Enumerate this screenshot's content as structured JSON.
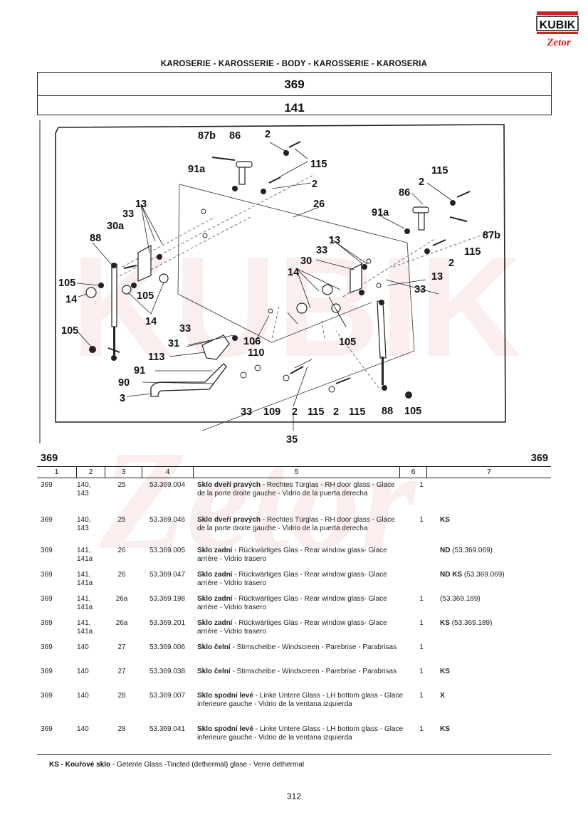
{
  "logo": {
    "top_text": "KUBIK",
    "bottom_text": "Zetor",
    "colors": {
      "red": "#d42020",
      "dark": "#111111"
    }
  },
  "section_title": "KAROSERIE - KAROSSERIE - BODY - KAROSSERIE - KAROSERIA",
  "group_number": "369",
  "subgroup_number": "141",
  "diagram_labels": {
    "l87b_left": "87b",
    "l86_left": "86",
    "l2_top": "2",
    "l115_top": "115",
    "l91a_left": "91a",
    "l2_mid": "2",
    "l26": "26",
    "l13_left": "13",
    "l33_left": "33",
    "l30a": "30a",
    "l88_left": "88",
    "l105_left": "105",
    "l14_left": "14",
    "l105_left_mid": "105",
    "l14_left_low": "14",
    "l105_left_low": "105",
    "l33_center": "33",
    "l106": "106",
    "l31": "31",
    "l110": "110",
    "l113": "113",
    "l91": "91",
    "l90": "90",
    "l3": "3",
    "l33_bottom": "33",
    "l109": "109",
    "l2_bottom": "2",
    "l115_bottom": "115",
    "l2_bottom2": "2",
    "l115_bottom2": "115",
    "l88_right": "88",
    "l105_right": "105",
    "l35": "35",
    "l115_right_top": "115",
    "l2_right_top": "2",
    "l86_right": "86",
    "l91a_right": "91a",
    "l87b_right": "87b",
    "l115_right": "115",
    "l13_right": "13",
    "l33_right": "33",
    "l30": "30",
    "l2_right": "2",
    "l14_right": "14",
    "l13_right2": "13",
    "l33_right2": "33",
    "l105_center": "105"
  },
  "table": {
    "group_left": "369",
    "group_right": "369",
    "columns": [
      "1",
      "2",
      "3",
      "4",
      "5",
      "6",
      "7"
    ],
    "rows": [
      {
        "c1": "369",
        "c2a": "140,",
        "c2b": "143",
        "c3": "25",
        "c4": "53.369.004",
        "c5_bold": "Sklo dveří pravých",
        "c5_rest": " - Rechtes Türglas - RH door glass - Glace de la porte droite gauche - Vidrio  de la puerta derecha",
        "c6": "1",
        "c7_bold": "",
        "c7_rest": ""
      },
      {
        "c1": "369",
        "c2a": "140,",
        "c2b": "143",
        "c3": "25",
        "c4": "53.369.046",
        "c5_bold": "Sklo dveří pravých",
        "c5_rest": " - Rechtes Türglas - RH door glass - Glace de la porte droite gauche - Vidrio  de la puerta derecha",
        "c6": "1",
        "c7_bold": "KS",
        "c7_rest": ""
      },
      {
        "c1": "369",
        "c2a": "141,",
        "c2b": "141a",
        "c3": "26",
        "c4": "53.369.005",
        "c5_bold": "Sklo zadní",
        "c5_rest": " - Rückwärtiges Glas - Rear window glass- Glace arrière - Vidrio  trasero",
        "c6": "",
        "c7_bold": "ND",
        "c7_rest": " (53.369.069)"
      },
      {
        "c1": "369",
        "c2a": "141,",
        "c2b": "141a",
        "c3": "26",
        "c4": "53.369.047",
        "c5_bold": "Sklo zadní",
        "c5_rest": " - Rückwärtiges Glas - Rear window glass- Glace arrière - Vidrio  trasero",
        "c6": "",
        "c7_bold": "ND KS",
        "c7_rest": " (53.369.069)"
      },
      {
        "c1": "369",
        "c2a": "141,",
        "c2b": "141a",
        "c3": "26a",
        "c4": "53.369.198",
        "c5_bold": "Sklo zadní",
        "c5_rest": " - Rückwärtiges Glas - Rear window glass- Glace arrière - Vidrio  trasero",
        "c6": "1",
        "c7_bold": "",
        "c7_rest": "(53.369.189)"
      },
      {
        "c1": "369",
        "c2a": "141,",
        "c2b": "141a",
        "c3": "26a",
        "c4": "53.369.201",
        "c5_bold": "Sklo zadní",
        "c5_rest": " - Rückwärtiges Glas - Rear window glass- Glace arrière - Vidrio  trasero",
        "c6": "1",
        "c7_bold": "KS",
        "c7_rest": " (53.369.189)"
      },
      {
        "c1": "369",
        "c2a": "140",
        "c2b": "",
        "c3": "27",
        "c4": "53.369.006",
        "c5_bold": "Sklo čelní",
        "c5_rest": " - Stimscheibe - Windscreen - Parebrise - Parabrisas",
        "c6": "1",
        "c7_bold": "",
        "c7_rest": ""
      },
      {
        "c1": "369",
        "c2a": "140",
        "c2b": "",
        "c3": "27",
        "c4": "53.369.038",
        "c5_bold": "Sklo čelní",
        "c5_rest": " - Stimscheibe - Windscreen - Parebrise - Parabrisas",
        "c6": "1",
        "c7_bold": "KS",
        "c7_rest": ""
      },
      {
        "c1": "369",
        "c2a": "140",
        "c2b": "",
        "c3": "28",
        "c4": "53.369.007",
        "c5_bold": "Sklo spodní levé",
        "c5_rest": " - Linke Untere Glass - LH bottom glass - Glace inferieure gauche - Vidrio  de la ventana izquierda",
        "c6": "1",
        "c7_bold": "X",
        "c7_rest": ""
      },
      {
        "c1": "369",
        "c2a": "140",
        "c2b": "",
        "c3": "28",
        "c4": "53.369.041",
        "c5_bold": "Sklo spodní levé",
        "c5_rest": " - Linke Untere Glass - LH bottom glass - Glace inferieure gauche - Vidrio  de la ventana izquierda",
        "c6": "1",
        "c7_bold": "KS",
        "c7_rest": ""
      }
    ]
  },
  "footnote": {
    "bold": "KS - Kouřové sklo",
    "rest": " - Getente Glass -Tincted (dethermal) glase - Verre dethermal"
  },
  "page_number": "312"
}
